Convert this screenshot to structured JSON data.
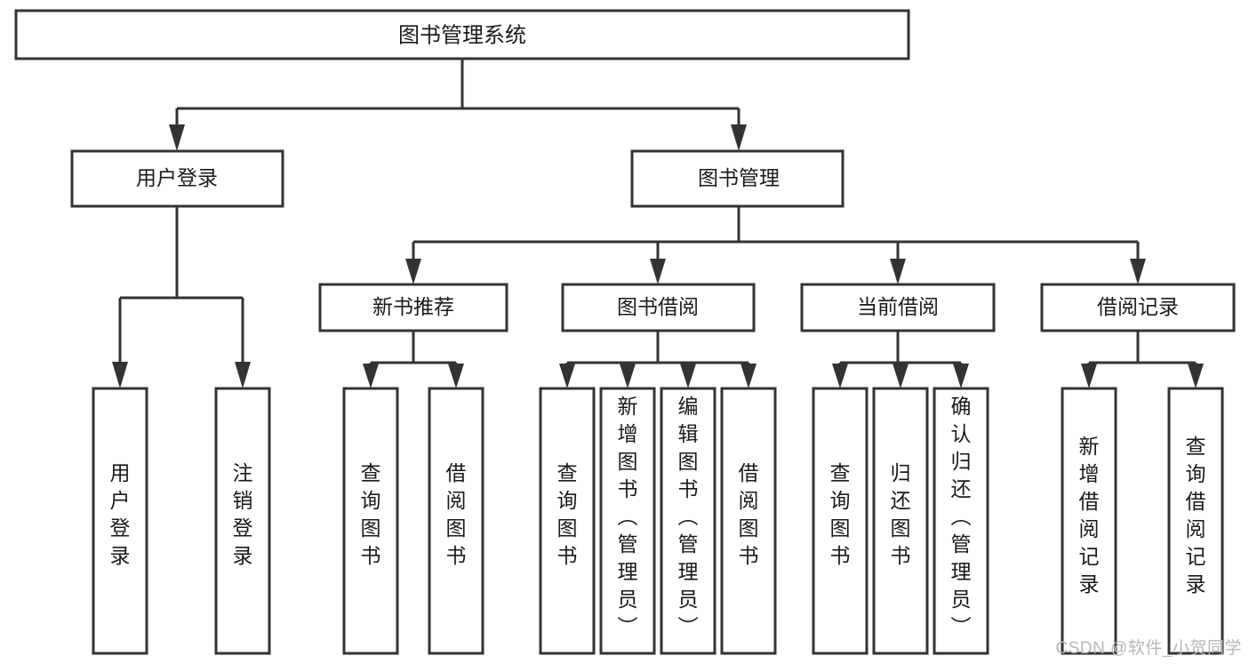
{
  "diagram": {
    "type": "tree-hierarchy",
    "title": "图书管理系统",
    "watermark": "CSDN @软件_小贺同学",
    "colors": {
      "stroke": "#333333",
      "node_fill": "#ffffff",
      "text": "#1a1a1a",
      "background": "#ffffff",
      "watermark": "#b8b8b8"
    },
    "levels": {
      "level1": [
        {
          "id": "root",
          "label": "图书管理系统"
        }
      ],
      "level2": [
        {
          "id": "user-login",
          "label": "用户登录",
          "parent": "root"
        },
        {
          "id": "book-manage",
          "label": "图书管理",
          "parent": "root"
        }
      ],
      "level3": [
        {
          "id": "new-book-recommend",
          "label": "新书推荐",
          "parent": "book-manage"
        },
        {
          "id": "book-borrow",
          "label": "图书借阅",
          "parent": "book-manage"
        },
        {
          "id": "current-borrow",
          "label": "当前借阅",
          "parent": "book-manage"
        },
        {
          "id": "borrow-record",
          "label": "借阅记录",
          "parent": "book-manage"
        }
      ],
      "leaves": [
        {
          "id": "leaf-user-login",
          "label": "用户登录",
          "parent": "user-login"
        },
        {
          "id": "leaf-logout-login",
          "label": "注销登录",
          "parent": "user-login"
        },
        {
          "id": "leaf-query-book-1",
          "label": "查询图书",
          "parent": "new-book-recommend"
        },
        {
          "id": "leaf-borrow-book-1",
          "label": "借阅图书",
          "parent": "new-book-recommend"
        },
        {
          "id": "leaf-query-book-2",
          "label": "查询图书",
          "parent": "book-borrow"
        },
        {
          "id": "leaf-add-book",
          "label": "新增图书（管理员）",
          "parent": "book-borrow"
        },
        {
          "id": "leaf-edit-book",
          "label": "编辑图书（管理员）",
          "parent": "book-borrow"
        },
        {
          "id": "leaf-borrow-book-2",
          "label": "借阅图书",
          "parent": "book-borrow"
        },
        {
          "id": "leaf-query-book-3",
          "label": "查询图书",
          "parent": "current-borrow"
        },
        {
          "id": "leaf-return-book",
          "label": "归还图书",
          "parent": "current-borrow"
        },
        {
          "id": "leaf-confirm-return",
          "label": "确认归还（管理员）",
          "parent": "current-borrow"
        },
        {
          "id": "leaf-add-record",
          "label": "新增借阅记录",
          "parent": "borrow-record"
        },
        {
          "id": "leaf-query-record",
          "label": "查询借阅记录",
          "parent": "borrow-record"
        }
      ]
    }
  }
}
